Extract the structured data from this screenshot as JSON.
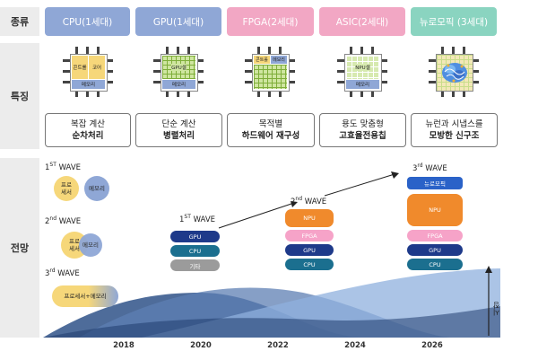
{
  "rows": {
    "type": "종류",
    "feature": "특징",
    "outlook": "전망"
  },
  "columns": [
    {
      "header": "CPU(1세대)",
      "color": "#8fa7d6",
      "desc_line1": "복잡 계산",
      "desc_line2": "순차처리"
    },
    {
      "header": "GPU(1세대)",
      "color": "#8fa7d6",
      "desc_line1": "단순 계산",
      "desc_line2": "병렬처리"
    },
    {
      "header": "FPGA(2세대)",
      "color": "#f2a7c4",
      "desc_line1": "목적별",
      "desc_line2": "하드웨어 재구성"
    },
    {
      "header": "ASIC(2세대)",
      "color": "#f2a7c4",
      "desc_line1": "용도 맞춤형",
      "desc_line2": "고효율전용칩"
    },
    {
      "header": "뉴로모픽 (3세대)",
      "color": "#8ad4c0",
      "desc_line1": "뉴런과 시냅스를",
      "desc_line2": "모방한 신구조"
    }
  ],
  "chips": {
    "cpu": {
      "control": "콘트롤",
      "core": "코어",
      "memory": "메모리"
    },
    "gpu": {
      "core": "GPU셀",
      "memory": "메모리"
    },
    "fpga": {
      "control": "콘트롤",
      "memory": "메모리"
    },
    "asic": {
      "core": "NPU셀",
      "memory": "메모리"
    }
  },
  "legend": {
    "wave1": {
      "num": "1",
      "sup": "ST",
      "label": " WAVE",
      "processor": "프로\n세서",
      "memory": "메모리"
    },
    "wave2": {
      "num": "2",
      "sup": "nd",
      "label": " WAVE",
      "processor": "프로\n세서",
      "memory": "메모리"
    },
    "wave3": {
      "num": "3",
      "sup": "rd",
      "label": " WAVE",
      "combined": "프로세서+메모리"
    }
  },
  "waves": {
    "w1": {
      "num": "1",
      "sup": "ST",
      "label": " WAVE",
      "items": [
        "GPU",
        "CPU",
        "기타"
      ]
    },
    "w2": {
      "num": "2",
      "sup": "nd",
      "label": " WAVE",
      "items": [
        "NPU",
        "FPGA",
        "GPU",
        "CPU"
      ]
    },
    "w3": {
      "num": "3",
      "sup": "rd",
      "label": " WAVE",
      "items": [
        "뉴로모픽",
        "NPU",
        "FPGA",
        "GPU",
        "CPU"
      ]
    }
  },
  "axis": {
    "market_label": "시장",
    "years": [
      "2018",
      "2020",
      "2022",
      "2024",
      "2026"
    ]
  },
  "colors": {
    "navy": "#1e3a8a",
    "teal": "#1b6f8f",
    "gray": "#9b9b9b",
    "orange": "#f08a2c",
    "pink": "#f6a3c8",
    "blue": "#2a62c8"
  }
}
